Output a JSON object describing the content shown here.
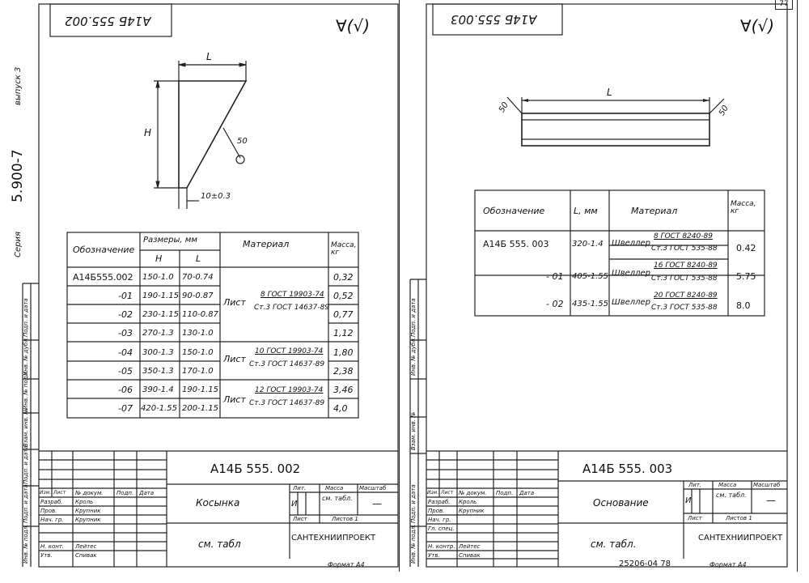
{
  "page_number": "77",
  "left_sheet": {
    "stamp_code_flipped": "А14Б 555.002",
    "roughness_mark": "∀(√)",
    "side_series_label": "Серия",
    "side_series_number": "5.900-7",
    "side_issue": "выпуск 3",
    "side_fields": [
      "Подп. и дата",
      "Инв. № дубл.",
      "Инв. № подл.",
      "Взам. инв. №",
      "Подп. и дата",
      "Подп. и дата",
      "Инв. № подл."
    ],
    "drawing": {
      "dim_L": "L",
      "dim_H": "H",
      "dim_50": "50",
      "dim_thick": "10±0.3"
    },
    "table": {
      "headers": {
        "designation": "Обозначение",
        "sizes": "Размеры, мм",
        "h": "H",
        "l": "L",
        "material": "Материал",
        "mass": "Масса, кг"
      },
      "rows": [
        {
          "designation": "А14Б555.002",
          "h": "150-1.0",
          "l": "70-0.74",
          "mass": "0,32"
        },
        {
          "designation": "-01",
          "h": "190-1.15",
          "l": "90-0.87",
          "mass": "0,52"
        },
        {
          "designation": "-02",
          "h": "230-1.15",
          "l": "110-0.87",
          "mass": "0,77"
        },
        {
          "designation": "-03",
          "h": "270-1.3",
          "l": "130-1.0",
          "mass": "1,12"
        },
        {
          "designation": "-04",
          "h": "300-1.3",
          "l": "150-1.0",
          "mass": "1,80"
        },
        {
          "designation": "-05",
          "h": "350-1.3",
          "l": "170-1.0",
          "mass": "2,38"
        },
        {
          "designation": "-06",
          "h": "390-1.4",
          "l": "190-1.15",
          "mass": "3,46"
        },
        {
          "designation": "-07",
          "h": "420-1.55",
          "l": "200-1.15",
          "mass": "4,0"
        }
      ],
      "materials": [
        {
          "word": "Лист",
          "top": "8 ГОСТ 19903-74",
          "bottom": "Ст.3 ГОСТ 14637-89"
        },
        {
          "word": "Лист",
          "top": "10 ГОСТ 19903-74",
          "bottom": "Ст.3 ГОСТ 14637-89"
        },
        {
          "word": "Лист",
          "top": "12 ГОСТ 19903-74",
          "bottom": "Ст.3 ГОСТ 14637-89"
        }
      ]
    },
    "title_block": {
      "code": "А14Б 555. 002",
      "name": "Косынка",
      "material": "см. табл",
      "org": "САНТЕХНИИПРОЕКТ",
      "col_headers": [
        "Изм.",
        "Лист",
        "№ докум.",
        "Подп.",
        "Дата"
      ],
      "roles": [
        "Разраб.",
        "Пров.",
        "Нач. гр.",
        "Н. конт.",
        "Утв."
      ],
      "people": [
        "Кроль",
        "Крупник",
        "Крупник",
        "Лейтес",
        "Спивак"
      ],
      "lit": "Лит.",
      "mass": "Масса",
      "scale": "Масштаб",
      "lit_value": "И",
      "mass_value": "см. табл.",
      "scale_value": "—",
      "sheet": "Лист",
      "sheets": "Листов 1",
      "format": "Формат А4"
    }
  },
  "right_sheet": {
    "stamp_code_flipped": "А14Б 555.003",
    "roughness_mark": "∀(√)",
    "side_fields": [
      "Подп. и дата",
      "Инв. № дубл.",
      "Взам. инв. №",
      "Подп. и дата",
      "Инв. № подл."
    ],
    "drawing": {
      "dim_L": "L",
      "dim_50a": "50",
      "dim_50b": "50"
    },
    "table": {
      "headers": {
        "designation": "Обозначение",
        "l": "L, мм",
        "material": "Материал",
        "mass": "Масса, кг"
      },
      "rows": [
        {
          "designation": "А14Б 555. 003",
          "l": "320-1.4",
          "word": "Швеллер",
          "top": "8 ГОСТ 8240-89",
          "bottom": "Ст.3 ГОСТ 535-88",
          "mass": "0.42"
        },
        {
          "designation": "- 01",
          "l": "405-1.55",
          "word": "Швеллер",
          "top": "16 ГОСТ 8240-89",
          "bottom": "Ст.3 ГОСТ 535-88",
          "mass": "5.75"
        },
        {
          "designation": "- 02",
          "l": "435-1.55",
          "word": "Швеллер",
          "top": "20 ГОСТ 8240-89",
          "bottom": "Ст.3 ГОСТ 535-88",
          "mass": "8.0"
        }
      ]
    },
    "title_block": {
      "code": "А14Б 555. 003",
      "name": "Основание",
      "material": "см. табл.",
      "org": "САНТЕХНИИПРОЕКТ",
      "col_headers": [
        "Изм.",
        "Лист",
        "№ докум.",
        "Подп.",
        "Дата"
      ],
      "roles": [
        "Разраб.",
        "Пров.",
        "Нач. гр.",
        "Гл. спец.",
        "Н. контр.",
        "Утв."
      ],
      "people": [
        "Кроль",
        "Крупник",
        "",
        "",
        "Лейтес",
        "Спивак"
      ],
      "lit": "Лит.",
      "mass": "Масса",
      "scale": "Масштаб",
      "lit_value": "И",
      "mass_value": "см. табл.",
      "scale_value": "—",
      "sheet": "Лист",
      "sheets": "Листов 1",
      "archive": "25206-04  78",
      "format": "Формат А4"
    }
  }
}
